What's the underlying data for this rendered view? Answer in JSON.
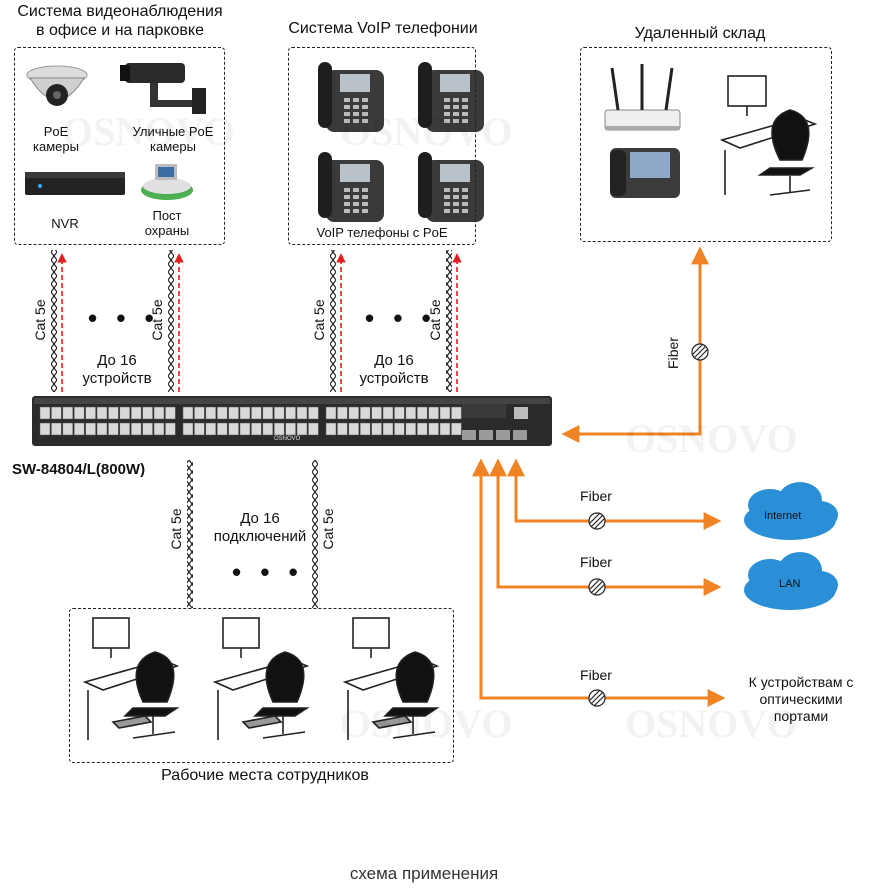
{
  "groups": {
    "video": {
      "title_line1": "Система видеонаблюдения",
      "title_line2": "в офисе и на парковке",
      "items": {
        "poe_cameras": "PoE\nкамеры",
        "street_cameras": "Уличные PoE\nкамеры",
        "nvr": "NVR",
        "guard_post": "Пост\nохраны"
      }
    },
    "voip": {
      "title": "Система VoIP телефонии",
      "caption": "VoIP телефоны с PoE"
    },
    "warehouse": {
      "title": "Удаленный склад"
    },
    "workplaces": {
      "title": "Рабочие места сотрудников"
    }
  },
  "links": {
    "cable_label": "Cat 5e",
    "fiber_label": "Fiber",
    "dots": "• • •",
    "count_devices_line1": "До 16",
    "count_devices_line2": "устройств",
    "count_connections_line1": "До 16",
    "count_connections_line2": "подключений"
  },
  "switch": {
    "model": "SW-84804/L(800W)",
    "brand": "OSNOVO"
  },
  "destinations": {
    "internet": "Internet",
    "lan": "LAN",
    "optical_line1": "К устройствам с",
    "optical_line2": "оптическими",
    "optical_line3": "портами"
  },
  "watermark": "OSNOVO",
  "caption": "схема применения",
  "colors": {
    "fiber": "#f08424",
    "poe_arrow": "#e02020",
    "cloud": "#2a8fd6",
    "switch_body": "#2b2b2b"
  }
}
